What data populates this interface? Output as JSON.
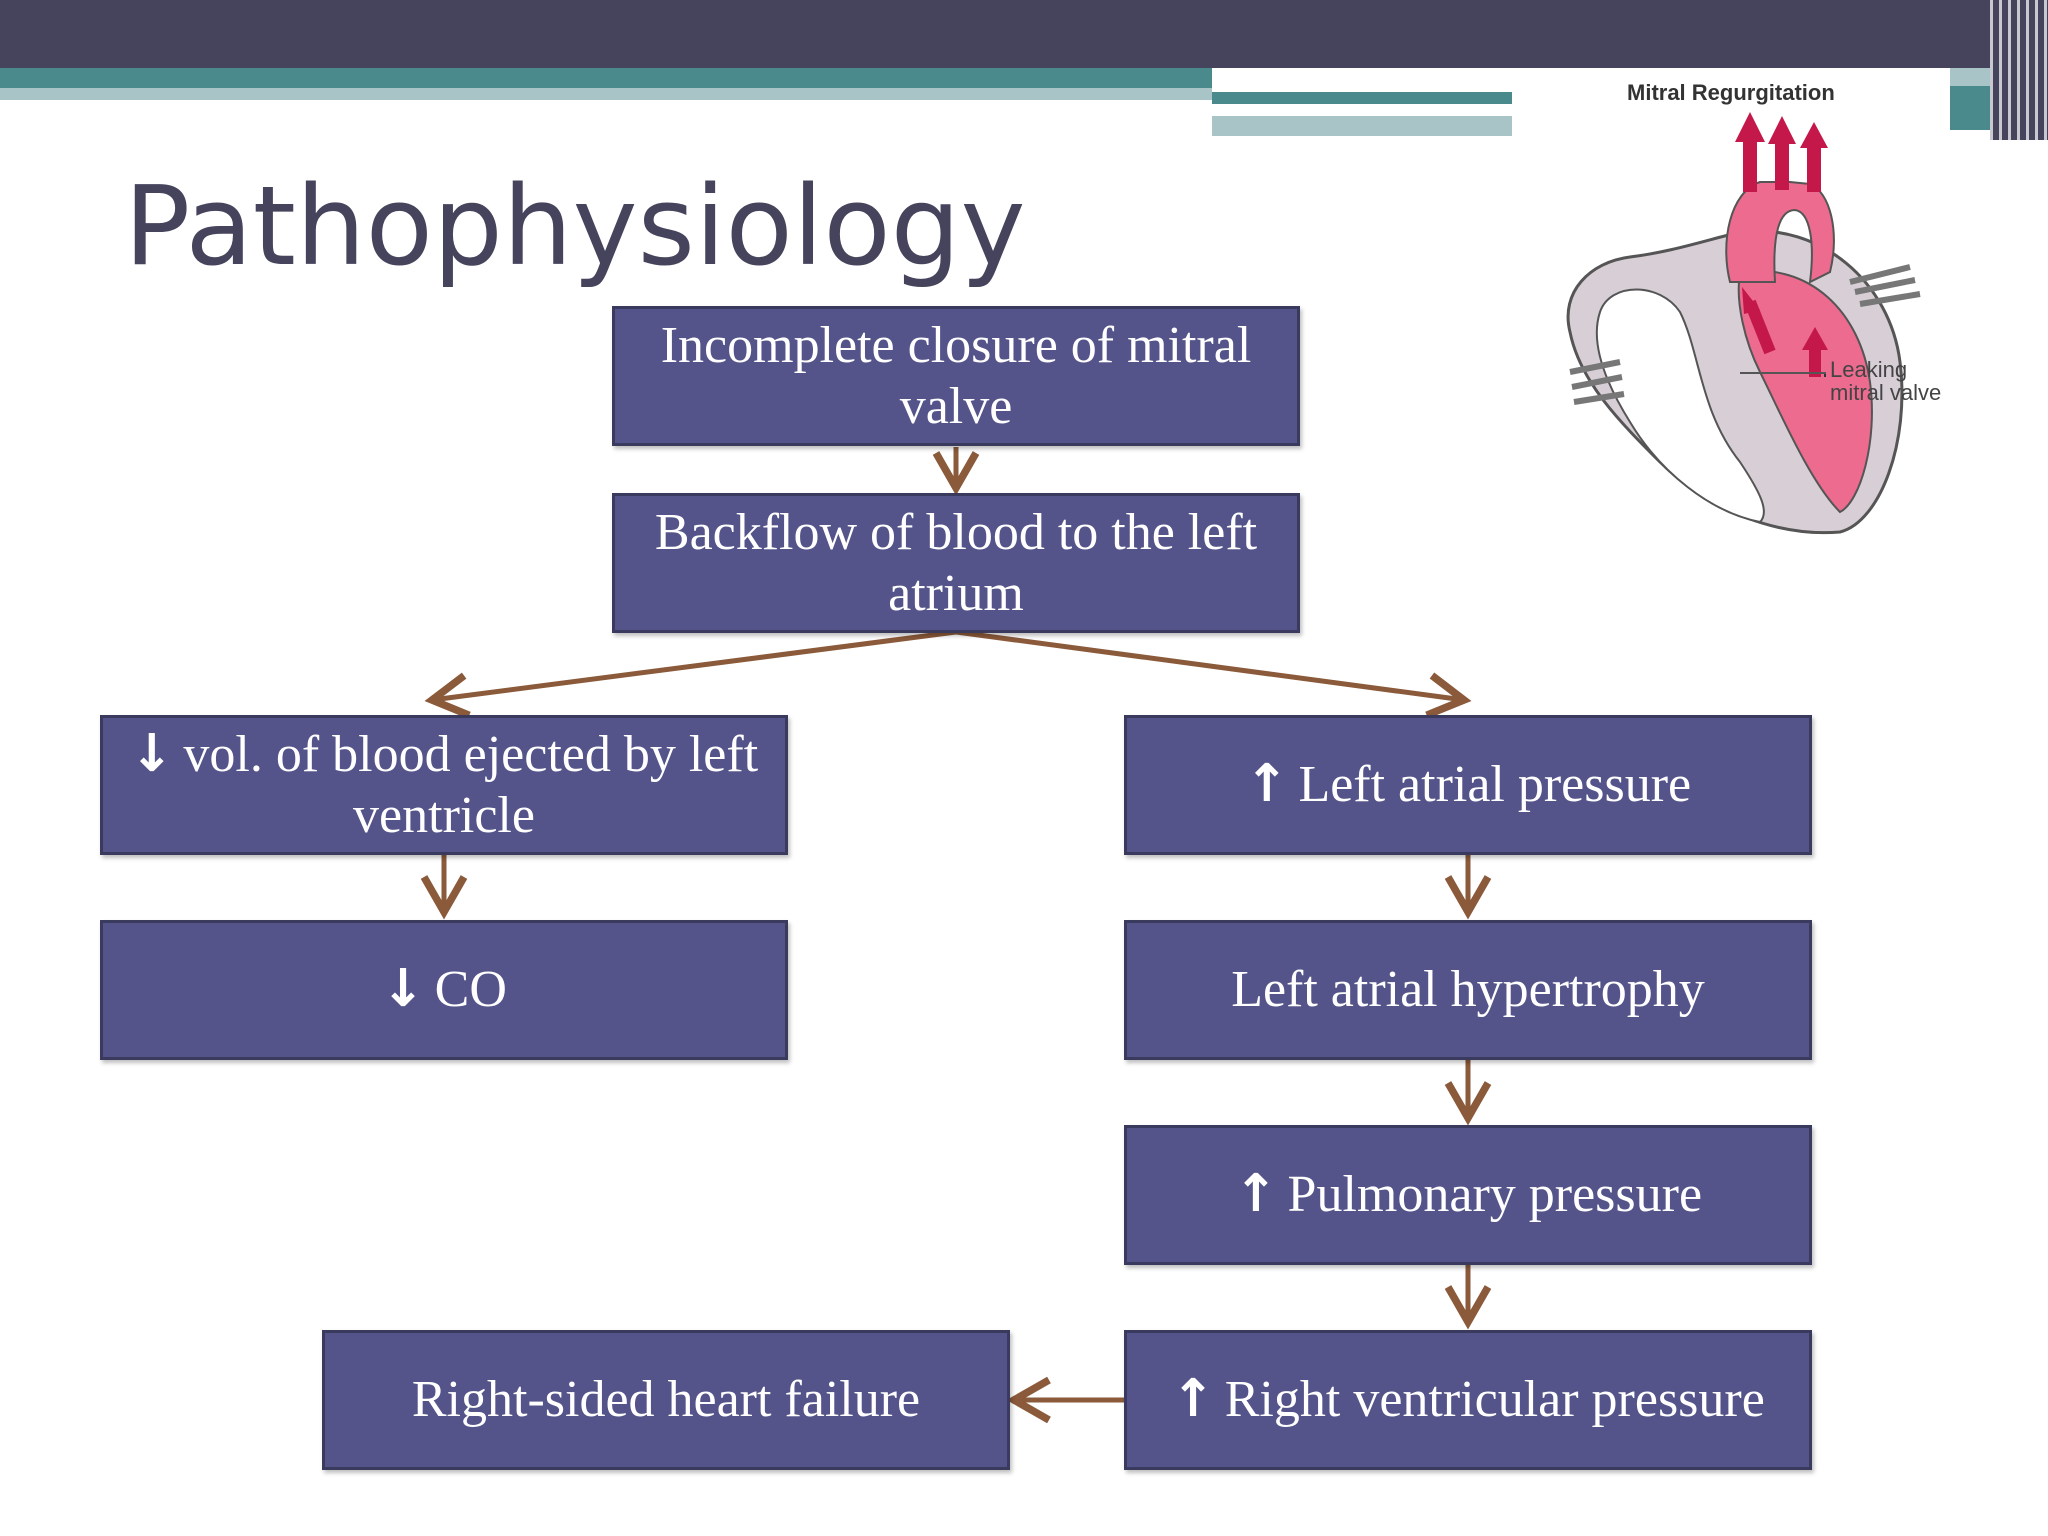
{
  "slide": {
    "title": "Pathophysiology"
  },
  "figure": {
    "title": "Mitral Regurgitation",
    "label_line1": "Leaking",
    "label_line2": "mitral valve",
    "icon": "heart-diagram"
  },
  "flow": {
    "box1": "Incomplete closure of mitral valve",
    "box2": "Backflow of blood to the left atrium",
    "left1_arrow": "↓",
    "left1": "vol. of blood ejected by left ventricle",
    "left2_arrow": "↓",
    "left2": "CO",
    "right1_arrow": "↑",
    "right1": "Left atrial pressure",
    "right2": "Left atrial hypertrophy",
    "right3_arrow": "↑",
    "right3": "Pulmonary pressure",
    "right4_arrow": "↑",
    "right4": "Right ventricular pressure",
    "far_left": "Right-sided heart failure"
  },
  "colors": {
    "box_fill": "#54548a",
    "connector": "#8a5a3a",
    "header": "#45445c",
    "teal": "#4a8a8c"
  }
}
